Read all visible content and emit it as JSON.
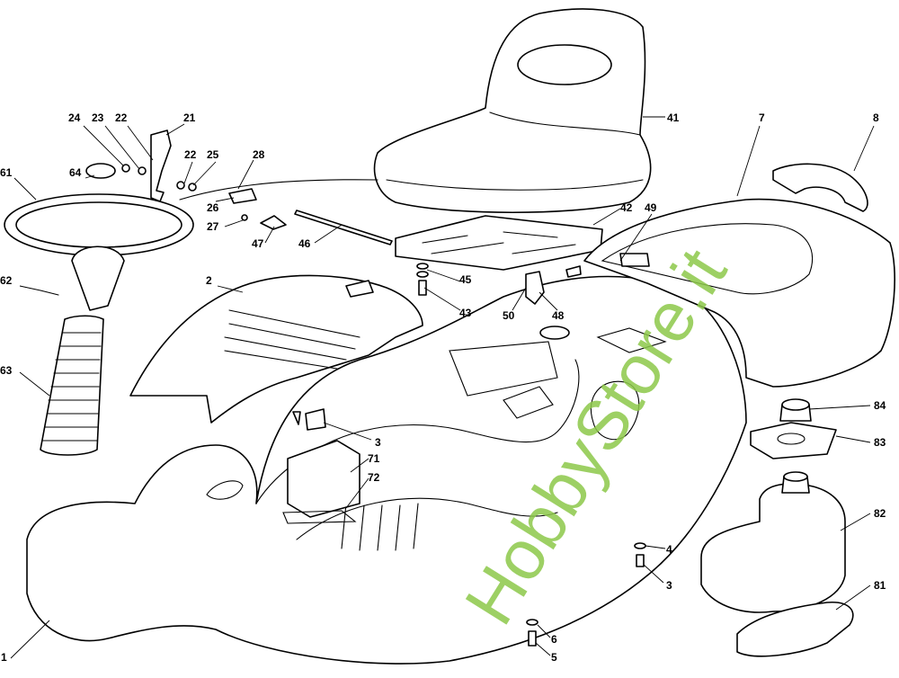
{
  "diagram": {
    "watermark": "HobbyStore.it",
    "watermark_color": "#8dc84a",
    "labels": [
      "24",
      "23",
      "22",
      "21",
      "61",
      "64",
      "22",
      "25",
      "28",
      "26",
      "27",
      "47",
      "46",
      "41",
      "7",
      "8",
      "42",
      "49",
      "45",
      "43",
      "50",
      "48",
      "62",
      "2",
      "63",
      "3",
      "71",
      "72",
      "84",
      "83",
      "82",
      "4",
      "3",
      "81",
      "6",
      "5",
      "1"
    ]
  }
}
